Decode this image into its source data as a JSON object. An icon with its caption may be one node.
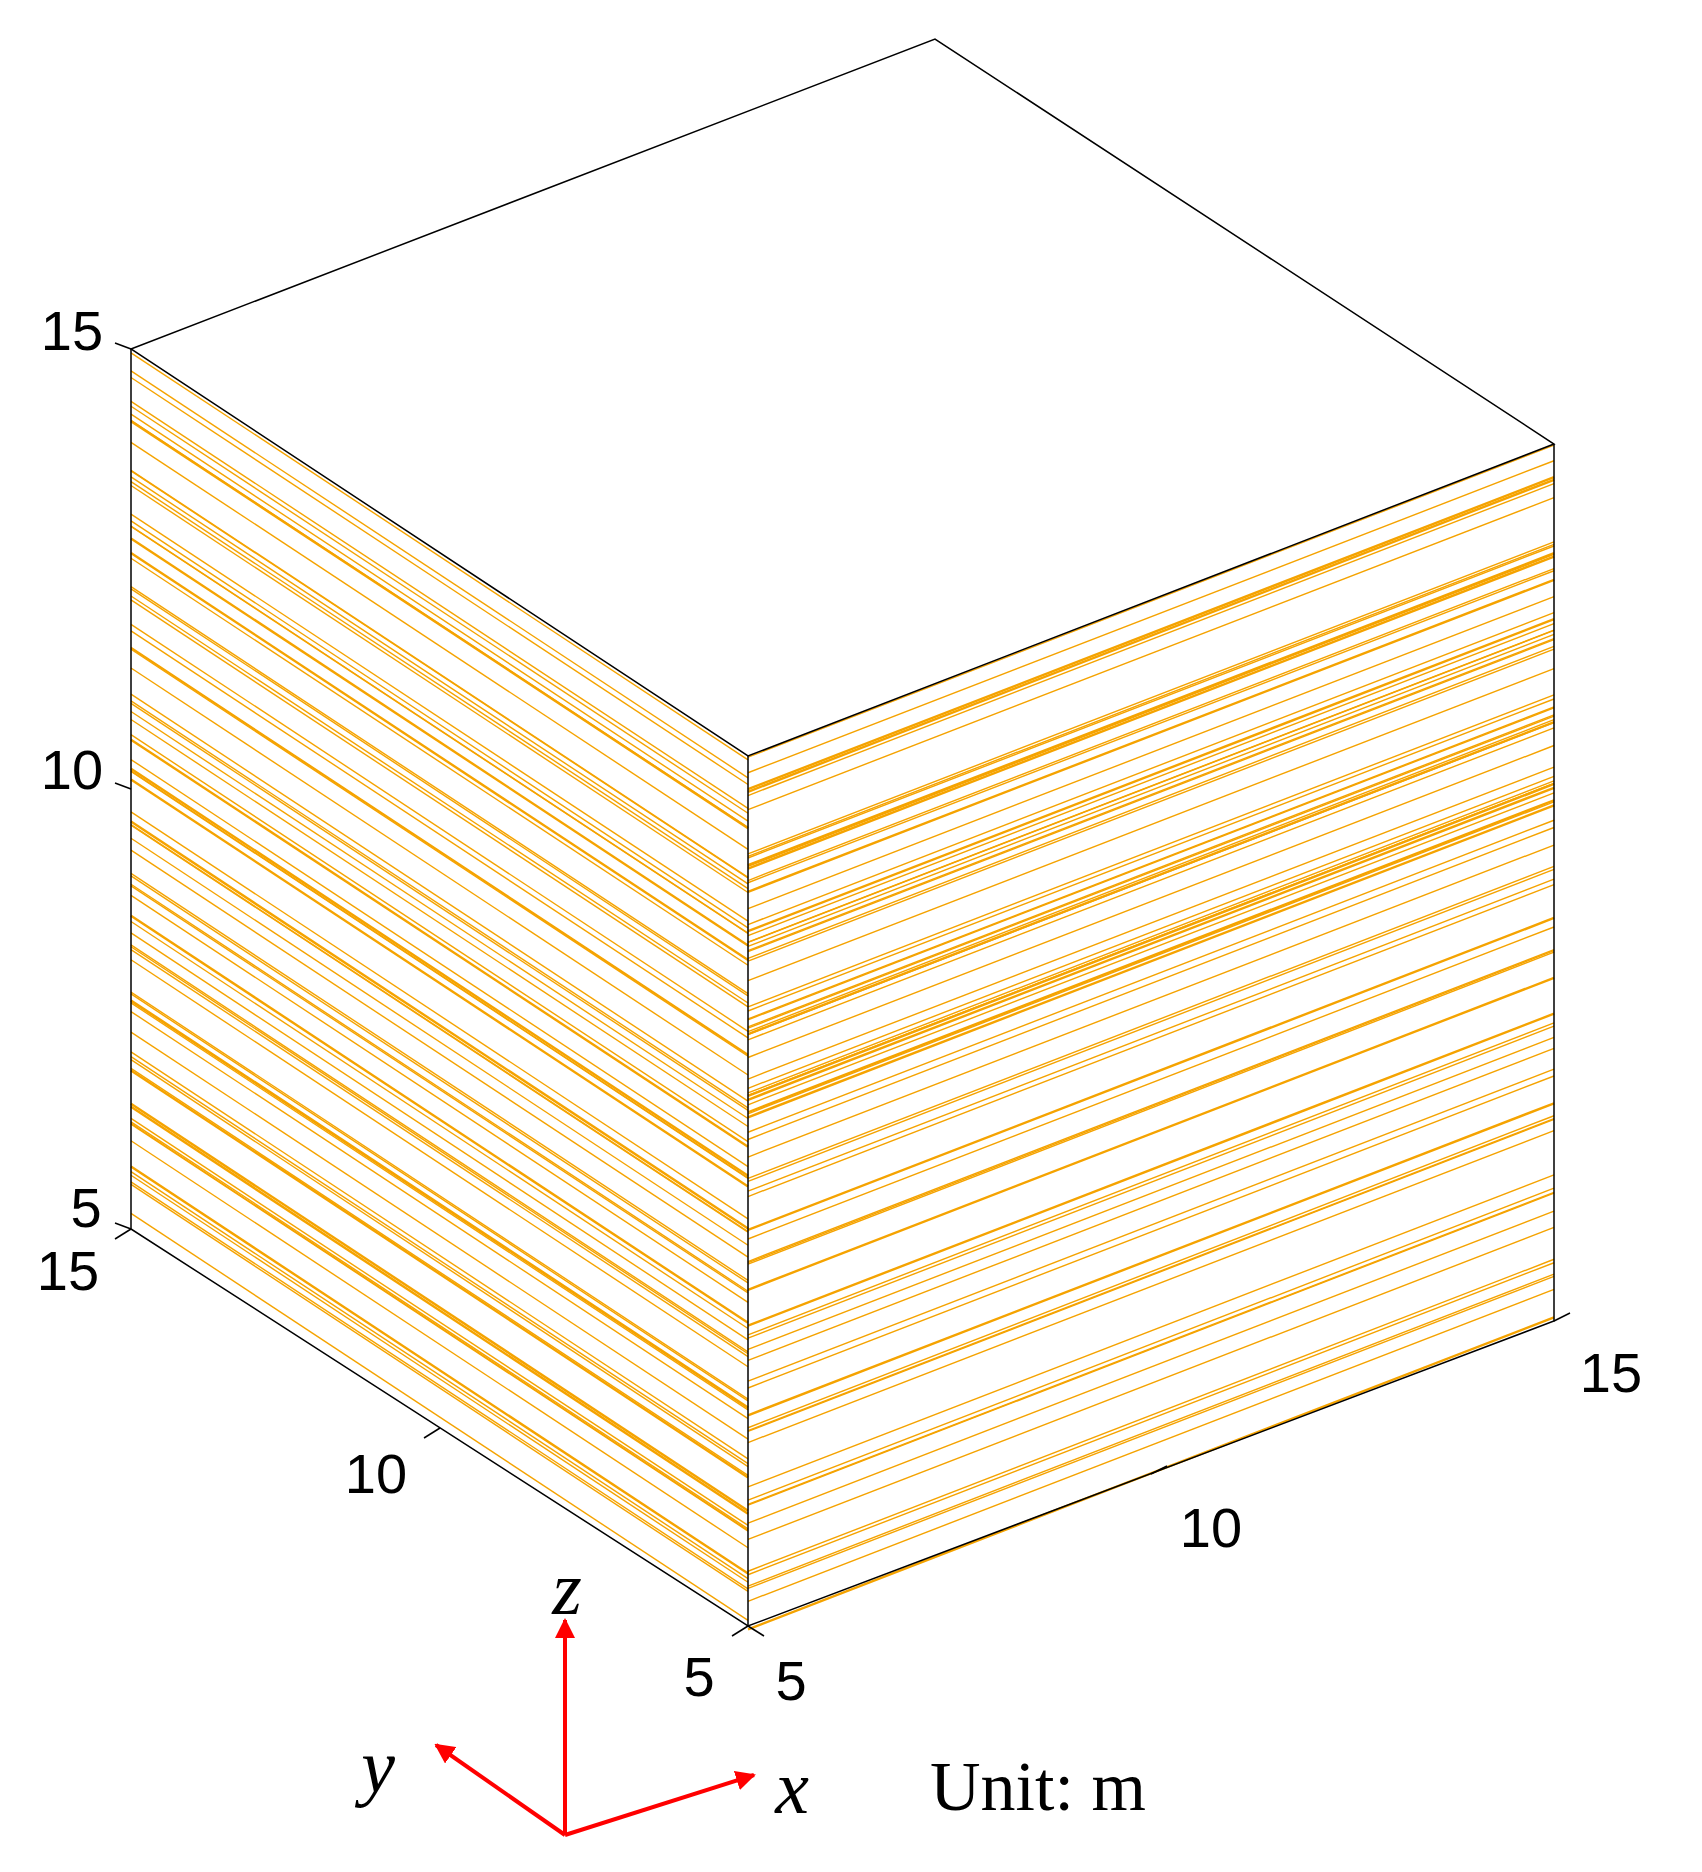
{
  "diagram": {
    "labels": [
      "15",
      "10",
      "5",
      "15",
      "10",
      "5",
      "5",
      "10",
      "15",
      "z",
      "y",
      "x",
      "Unit: m"
    ]
  }
}
